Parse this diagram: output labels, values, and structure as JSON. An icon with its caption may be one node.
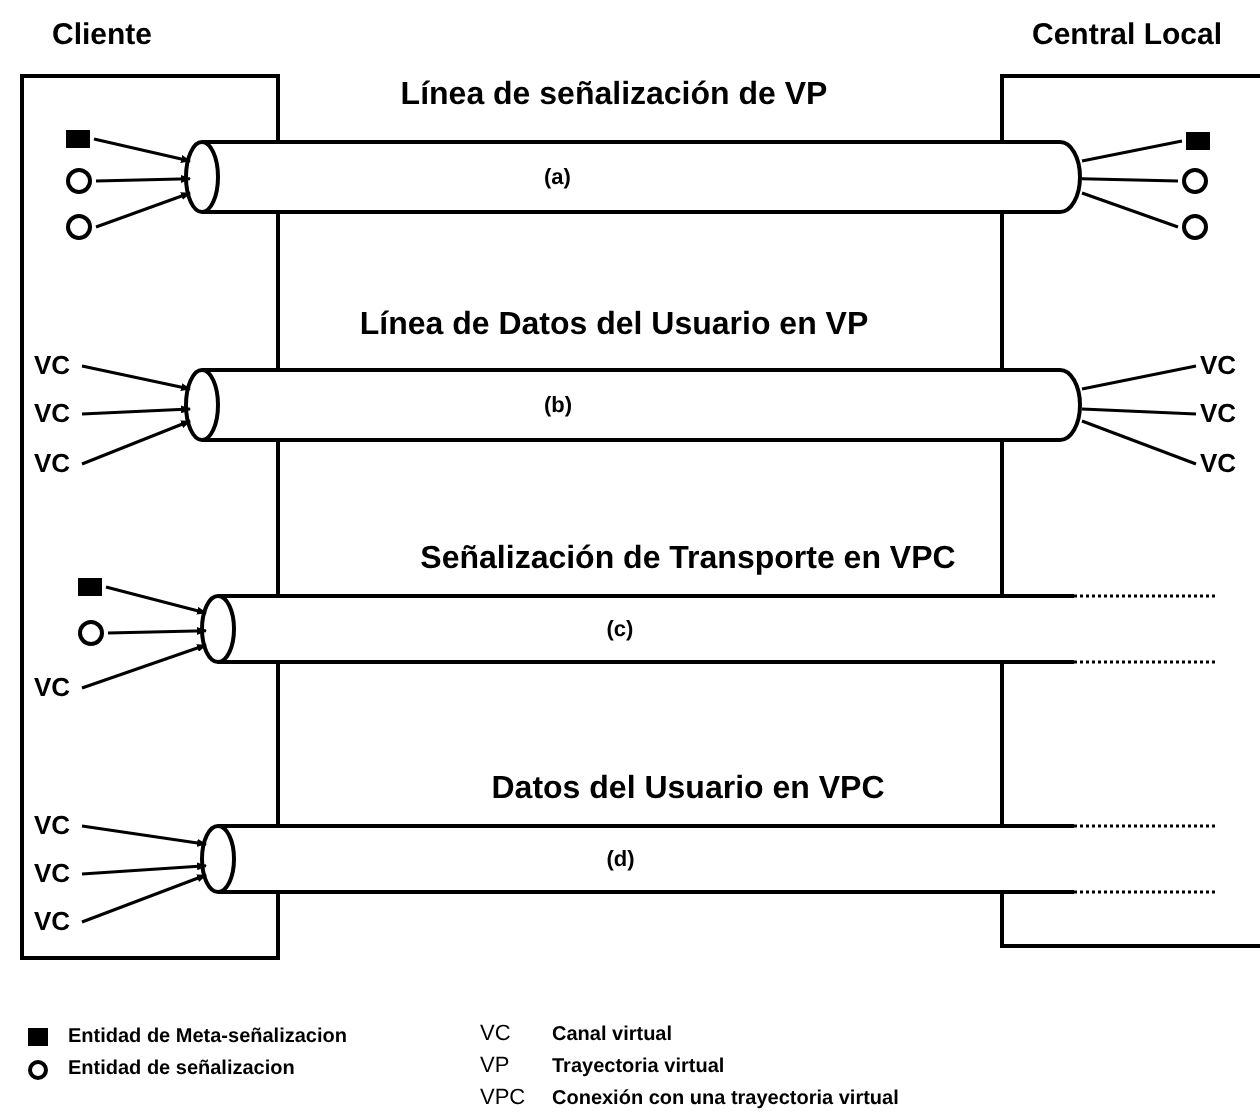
{
  "diagram": {
    "nodes": [
      {
        "text": [
          "Cliente"
        ]
      },
      {
        "text": [
          "Central Local"
        ]
      },
      {
        "text": [
          "(a)"
        ],
        "beside": [
          "Línea de señalización de VP"
        ]
      },
      {
        "text": [],
        "shape": "box",
        "in": 0
      },
      {
        "text": [],
        "shape": "box",
        "in": 1
      },
      {
        "text": [],
        "shape": "circle",
        "in": 0
      },
      {
        "text": [],
        "shape": "circle",
        "in": 1
      },
      {
        "text": [],
        "shape": "circle",
        "in": 0
      },
      {
        "text": [],
        "shape": "circle",
        "in": 1
      },
      {
        "text": [
          "(b)"
        ],
        "beside": [
          "Línea de Datos del Usuario en VP"
        ]
      },
      {
        "text": [
          "VC"
        ],
        "in": 0
      },
      {
        "text": [
          "VC"
        ],
        "in": 1
      },
      {
        "text": [
          "VC"
        ],
        "in": 0
      },
      {
        "text": [
          "VC"
        ],
        "in": 1
      },
      {
        "text": [
          "VC"
        ],
        "in": 0
      },
      {
        "text": [
          "VC"
        ],
        "in": 1
      },
      {
        "text": [
          "(c)"
        ],
        "beside": [
          "Señalización de Transporte en VPC"
        ]
      },
      {
        "text": [],
        "shape": "box",
        "in": 0
      },
      {
        "text": [],
        "shape": "circle",
        "in": 0
      },
      {
        "text": [
          "VC"
        ],
        "in": 0
      },
      {
        "text": [
          "(d)"
        ],
        "beside": [
          "Datos del Usuario en VPC"
        ]
      },
      {
        "text": [
          "VC"
        ],
        "in": 0
      },
      {
        "text": [
          "VC"
        ],
        "in": 0
      },
      {
        "text": [
          "VC"
        ],
        "in": 0
      }
    ],
    "edges": [
      {
        "from": 3,
        "to": 2,
        "arrow": "to"
      },
      {
        "from": 5,
        "to": 2,
        "arrow": "to"
      },
      {
        "from": 7,
        "to": 2,
        "arrow": "to"
      },
      {
        "from": 2,
        "to": 4,
        "arrow": "none"
      },
      {
        "from": 2,
        "to": 6,
        "arrow": "none"
      },
      {
        "from": 2,
        "to": 8,
        "arrow": "none"
      },
      {
        "from": 10,
        "to": 9,
        "arrow": "to"
      },
      {
        "from": 12,
        "to": 9,
        "arrow": "to"
      },
      {
        "from": 14,
        "to": 9,
        "arrow": "to"
      },
      {
        "from": 9,
        "to": 11,
        "arrow": "none"
      },
      {
        "from": 9,
        "to": 13,
        "arrow": "none"
      },
      {
        "from": 9,
        "to": 15,
        "arrow": "none"
      },
      {
        "from": 17,
        "to": 16,
        "arrow": "to"
      },
      {
        "from": 18,
        "to": 16,
        "arrow": "to"
      },
      {
        "from": 19,
        "to": 16,
        "arrow": "to"
      },
      {
        "from": 21,
        "to": 20,
        "arrow": "to"
      },
      {
        "from": 22,
        "to": 20,
        "arrow": "to"
      },
      {
        "from": 23,
        "to": 20,
        "arrow": "to"
      }
    ],
    "labels": [
      "VC",
      "Canal virtual",
      "VP",
      "Trayectoria virtual",
      "VPC",
      "Conexión con una trayectoria virtual"
    ],
    "legend": [
      {
        "text": "Entidad de Meta-señalizacion",
        "color": "#000000"
      },
      {
        "text": "Entidad de señalizacion"
      }
    ]
  }
}
